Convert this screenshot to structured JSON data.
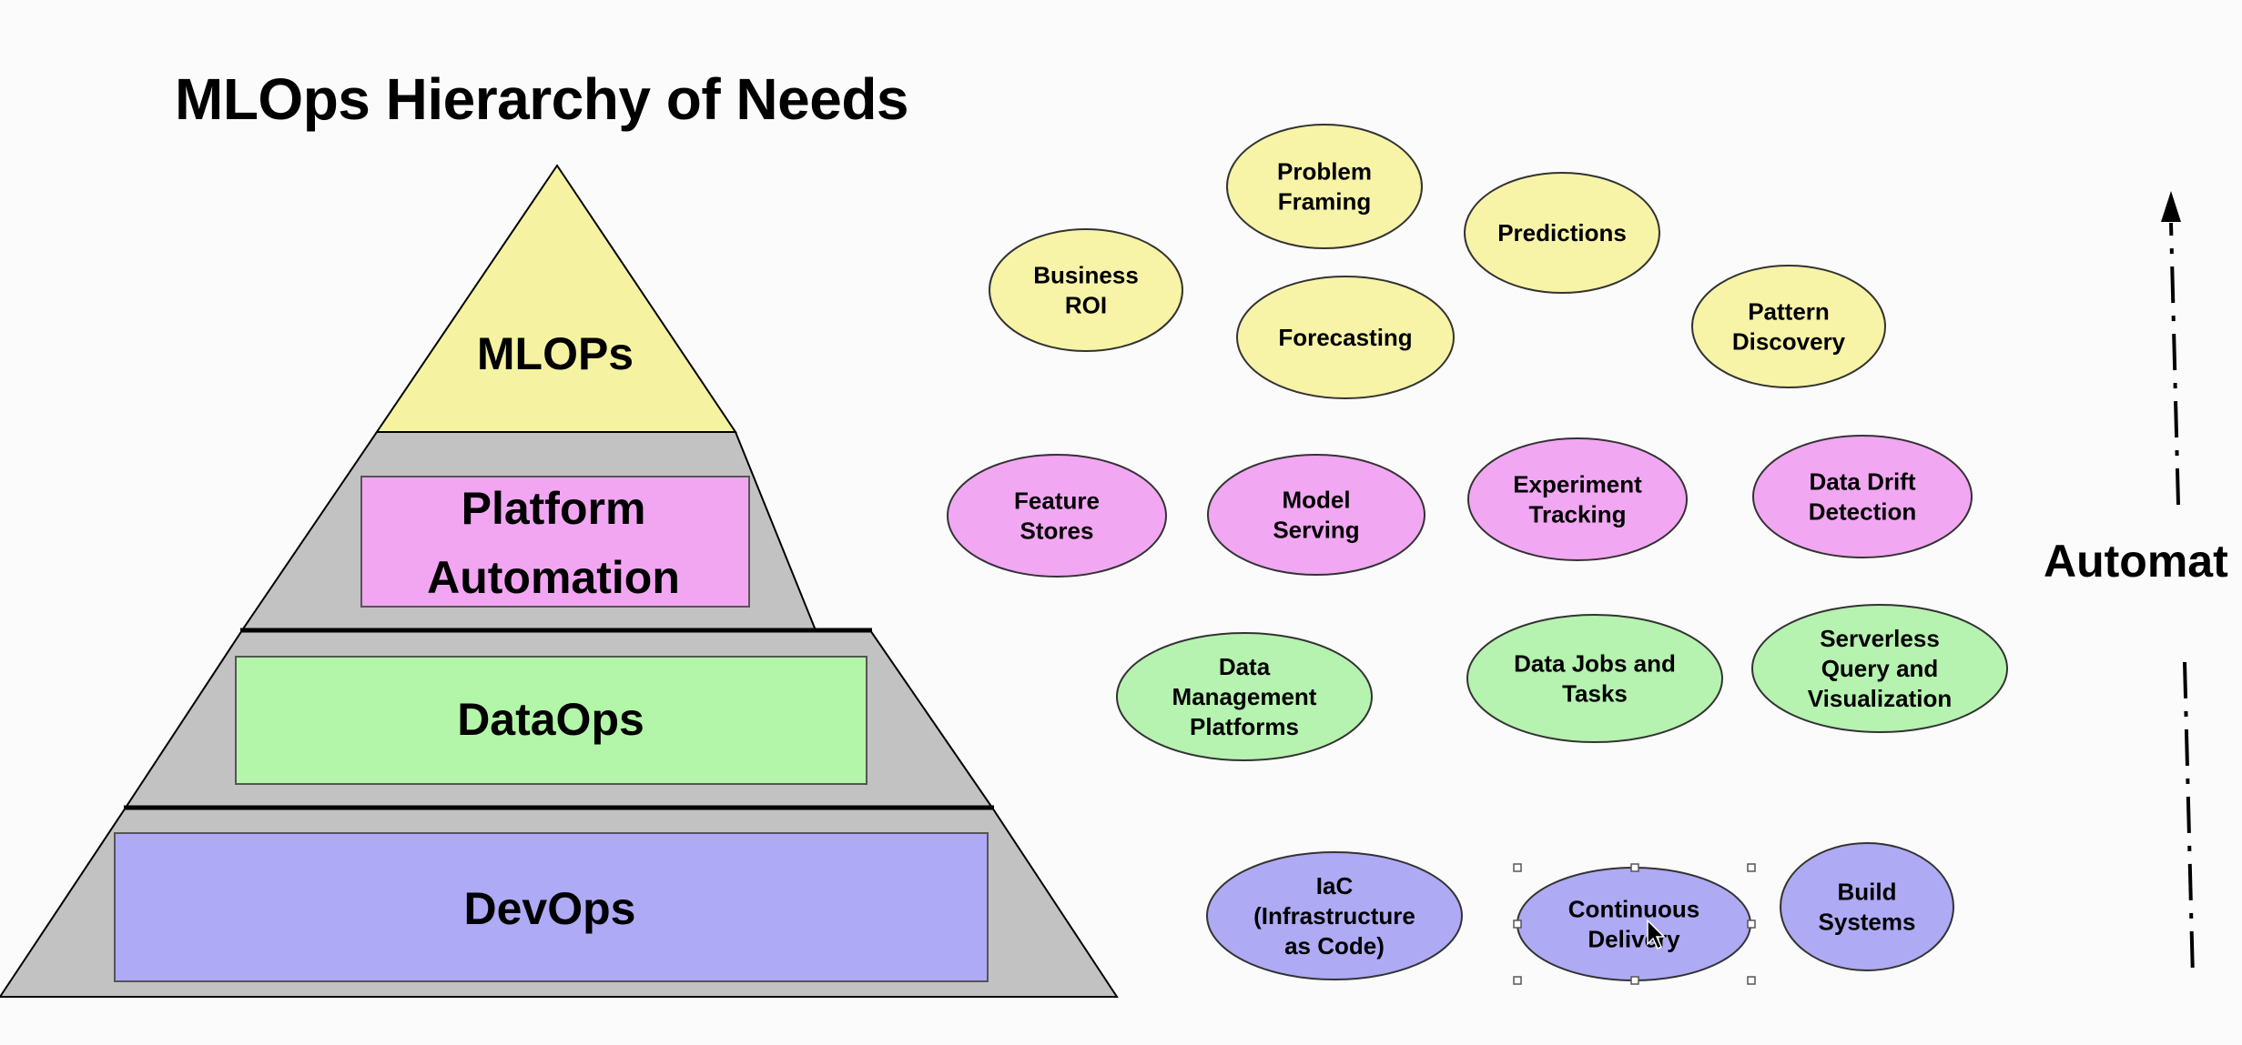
{
  "title": "MLOps Hierarchy of Needs",
  "pyramid": {
    "tiers": [
      {
        "id": "mlops",
        "label": [
          "MLOPs"
        ],
        "color": "#f5f3a1"
      },
      {
        "id": "platform",
        "label": [
          "Platform",
          "Automation"
        ],
        "color": "#f2a6f2"
      },
      {
        "id": "dataops",
        "label": [
          "DataOps"
        ],
        "color": "#b4f6a9"
      },
      {
        "id": "devops",
        "label": [
          "DevOps"
        ],
        "color": "#aeaaf6"
      }
    ],
    "band_color": "#c2c2c2"
  },
  "ovals": {
    "yellow": [
      {
        "id": "problem-framing",
        "lines": [
          "Problem",
          "Framing"
        ]
      },
      {
        "id": "predictions",
        "lines": [
          "Predictions"
        ]
      },
      {
        "id": "business-roi",
        "lines": [
          "Business",
          "ROI"
        ]
      },
      {
        "id": "forecasting",
        "lines": [
          "Forecasting"
        ]
      },
      {
        "id": "pattern-discovery",
        "lines": [
          "Pattern",
          "Discovery"
        ]
      }
    ],
    "pink": [
      {
        "id": "feature-stores",
        "lines": [
          "Feature",
          "Stores"
        ]
      },
      {
        "id": "model-serving",
        "lines": [
          "Model",
          "Serving"
        ]
      },
      {
        "id": "experiment-tracking",
        "lines": [
          "Experiment",
          "Tracking"
        ]
      },
      {
        "id": "data-drift-detection",
        "lines": [
          "Data Drift",
          "Detection"
        ]
      }
    ],
    "green": [
      {
        "id": "data-management-platforms",
        "lines": [
          "Data",
          "Management",
          "Platforms"
        ]
      },
      {
        "id": "data-jobs-and-tasks",
        "lines": [
          "Data Jobs and",
          "Tasks"
        ]
      },
      {
        "id": "serverless-query",
        "lines": [
          "Serverless",
          "Query and",
          "Visualization"
        ]
      }
    ],
    "purple": [
      {
        "id": "iac",
        "lines": [
          "IaC",
          "(Infrastructure",
          "as Code)"
        ]
      },
      {
        "id": "continuous-delivery",
        "lines": [
          "Continuous",
          "Delivery"
        ]
      },
      {
        "id": "build-systems",
        "lines": [
          "Build",
          "Systems"
        ]
      }
    ],
    "colors": {
      "yellow": "#f7f4a8",
      "pink": "#f2a7f2",
      "green": "#b6f2b0",
      "purple": "#aeaaf4"
    }
  },
  "automation_label": "Automat"
}
